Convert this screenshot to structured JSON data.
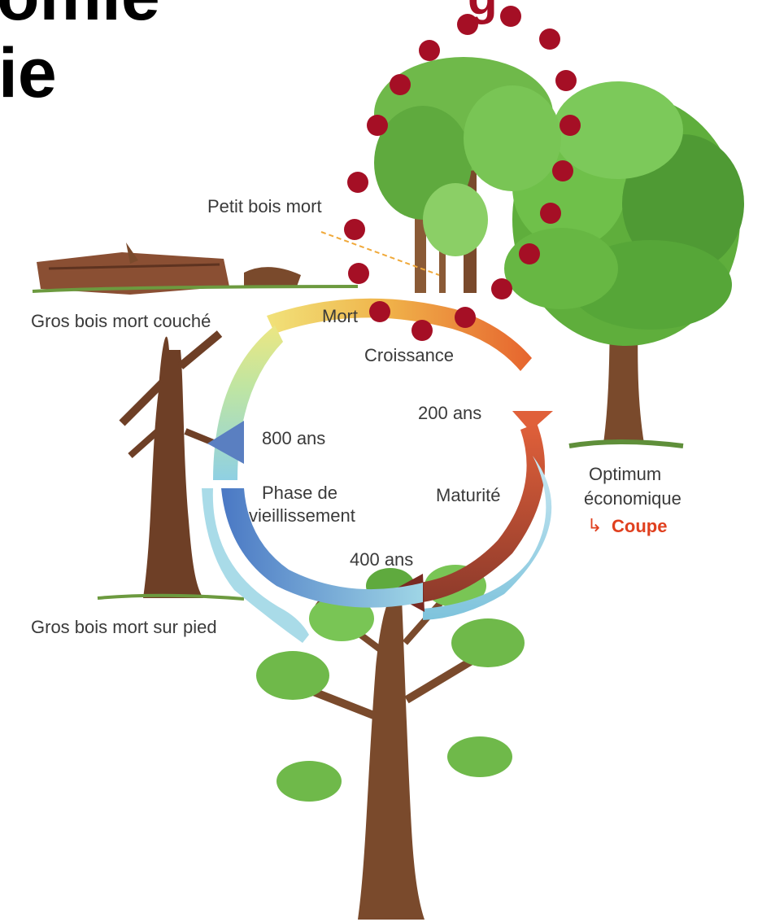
{
  "title": {
    "line1": "omie",
    "line2": "ie",
    "partial_red": "g"
  },
  "labels": {
    "petit_bois_mort": "Petit bois mort",
    "gros_bois_couche": "Gros bois mort couché",
    "mort": "Mort",
    "croissance": "Croissance",
    "ans_200": "200 ans",
    "ans_800": "800 ans",
    "phase_line1": "Phase de",
    "phase_line2": "vieillissement",
    "maturite": "Maturité",
    "optimum_line1": "Optimum",
    "optimum_line2": "économique",
    "coupe": "Coupe",
    "ans_400": "400 ans",
    "gros_bois_pied": "Gros bois mort sur pied"
  },
  "colors": {
    "dot_red": "#a50f25",
    "coupe_orange": "#e0401f",
    "foliage_green": "#5fae3c",
    "trunk_brown": "#7a4a2c",
    "arrow_blue": "#4f84c9"
  },
  "icons": {
    "coupe_arrow": "curved-arrow-icon"
  }
}
